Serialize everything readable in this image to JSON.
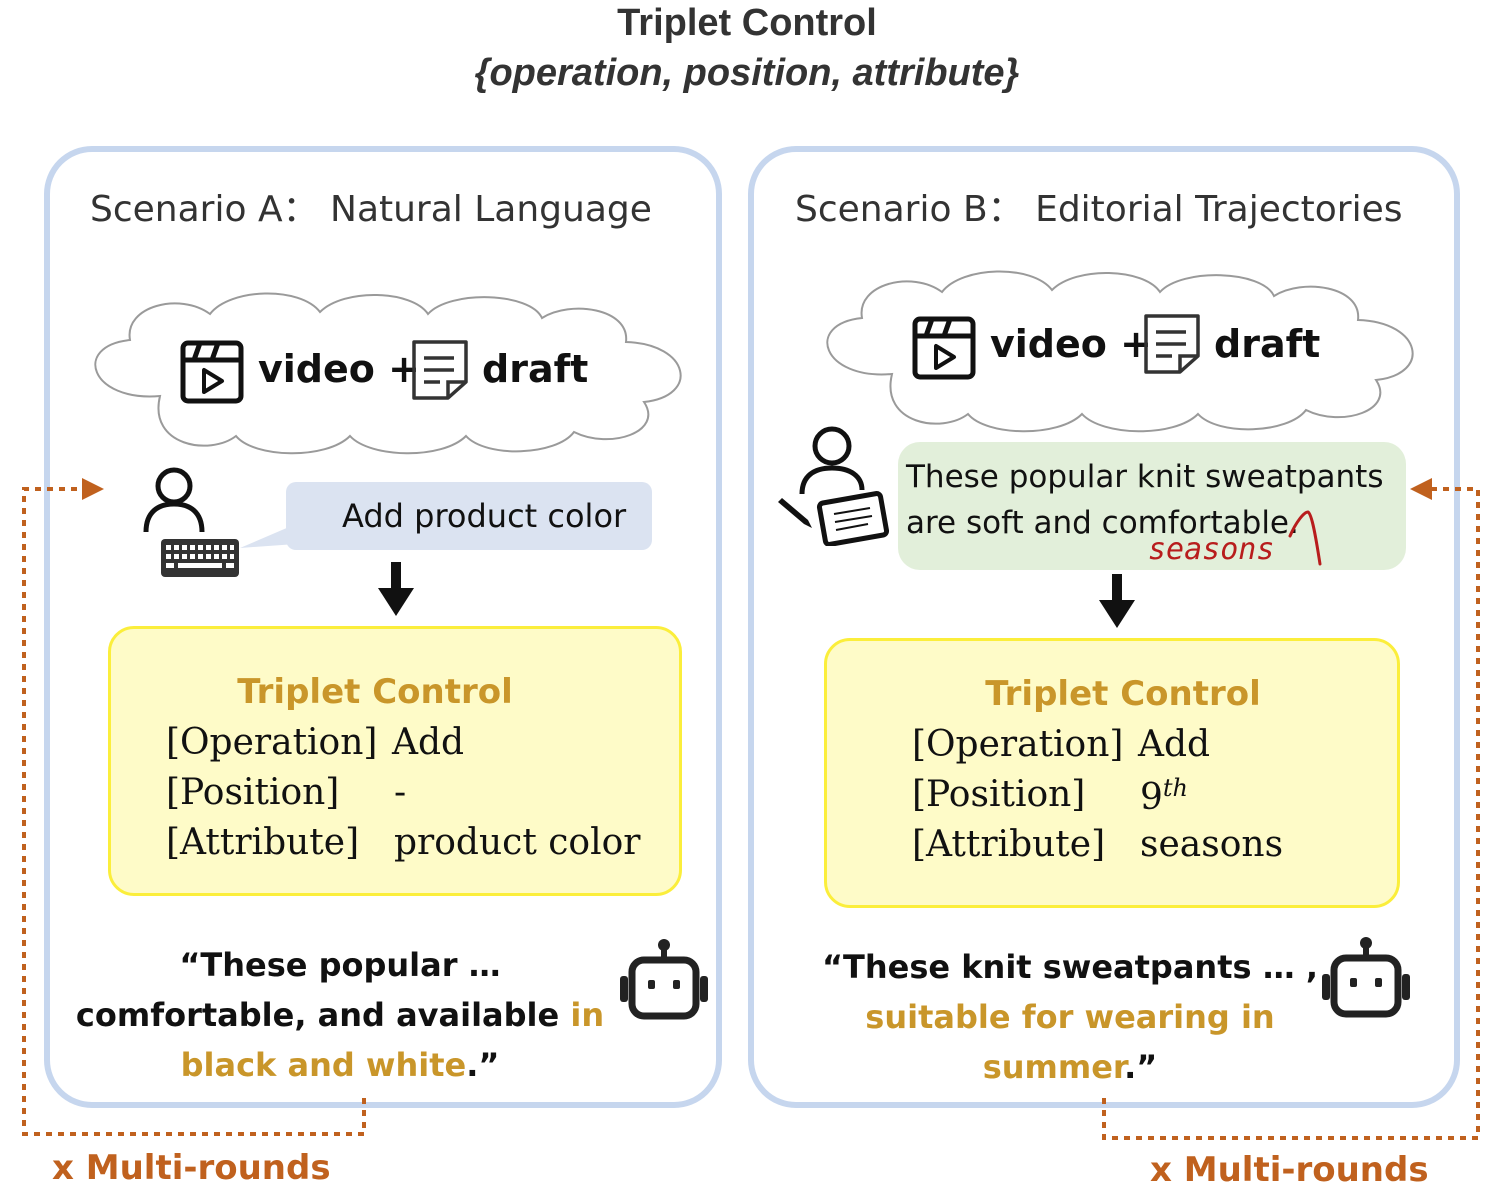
{
  "title": "Triplet Control",
  "subtitle": "{operation, position, attribute}",
  "scenario_a": {
    "heading": "Scenario A： Natural Language",
    "cloud": {
      "video_label": "video +",
      "draft_label": "draft"
    },
    "instruction": "Add product color",
    "triplet": {
      "title": "Triplet Control",
      "rows": [
        {
          "key": "[Operation]",
          "value": "Add"
        },
        {
          "key": "[Position]",
          "value": "-"
        },
        {
          "key": "[Attribute]",
          "value": "product color"
        }
      ]
    },
    "output": {
      "line1": "“These popular …",
      "line2_black": "comfortable, and available ",
      "line2_gold": "in",
      "line3_gold": "black and white",
      "line3_black": ".”"
    },
    "multi_rounds": "x Multi-rounds"
  },
  "scenario_b": {
    "heading": "Scenario B： Editorial Trajectories",
    "cloud": {
      "video_label": "video +",
      "draft_label": "draft"
    },
    "draft_line1": "These popular knit sweatpants",
    "draft_line2": "are soft and comfortable.",
    "insertion": "seasons",
    "triplet": {
      "title": "Triplet Control",
      "rows": [
        {
          "key": "[Operation]",
          "value": "Add"
        },
        {
          "key": "[Position]",
          "value": "9",
          "sup": "th"
        },
        {
          "key": "[Attribute]",
          "value": "seasons"
        }
      ]
    },
    "output": {
      "line1": "“These knit sweatpants … ,",
      "line2_gold": "suitable for wearing in",
      "line3_gold": "summer",
      "line3_black": ".”"
    },
    "multi_rounds": "x Multi-rounds"
  },
  "colors": {
    "panel_border": "#c6d6ee",
    "triplet_fill": "#fefbc8",
    "triplet_border": "#fbee3b",
    "gold_text": "#c9962a",
    "loop_orange": "#c0611e",
    "bubble_blue": "#dbe3f1",
    "bubble_green": "#e2efda",
    "edit_mark_red": "#b81d1d"
  },
  "icons": [
    "video-clapper-icon",
    "document-icon",
    "user-icon",
    "keyboard-icon",
    "user-editing-icon",
    "robot-icon",
    "arrow-down-icon"
  ]
}
